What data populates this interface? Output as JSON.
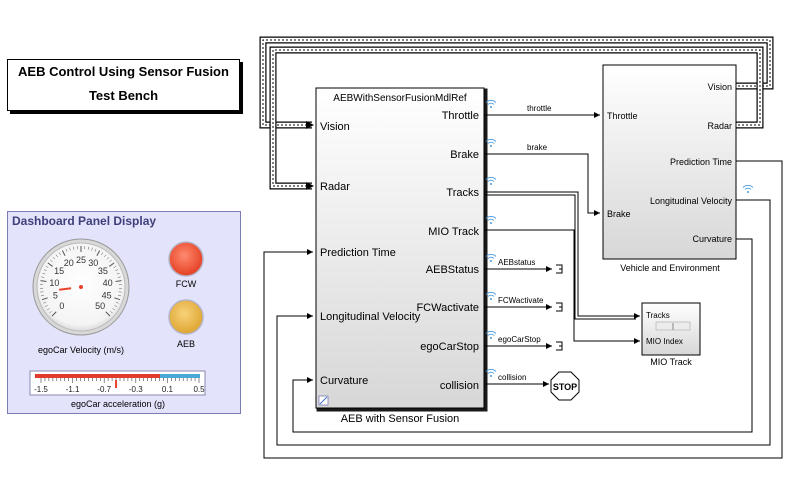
{
  "title": {
    "line1": "AEB Control Using Sensor Fusion",
    "line2": "Test Bench"
  },
  "aeb_block": {
    "header": "AEBWithSensorFusionMdlRef",
    "caption": "AEB with Sensor Fusion",
    "inputs": [
      "Vision",
      "Radar",
      "Prediction Time",
      "Longitudinal Velocity",
      "Curvature"
    ],
    "outputs": [
      "Throttle",
      "Brake",
      "Tracks",
      "MIO Track",
      "AEBStatus",
      "FCWactivate",
      "egoCarStop",
      "collision"
    ]
  },
  "vehicle_block": {
    "caption": "Vehicle and Environment",
    "inputs": [
      "Throttle",
      "Brake"
    ],
    "outputs": [
      "Vision",
      "Radar",
      "Prediction Time",
      "Longitudinal Velocity",
      "Curvature"
    ]
  },
  "mio_block": {
    "caption": "MIO Track",
    "inputs": [
      "Tracks",
      "MIO Index"
    ]
  },
  "signals": {
    "throttle": "throttle",
    "brake": "brake",
    "aebstatus": "AEBstatus",
    "fcwactivate": "FCWactivate",
    "egocarstop": "egoCarStop",
    "collision": "collision"
  },
  "stop_block": {
    "label": "STOP"
  },
  "dashboard": {
    "title": "Dashboard Panel Display",
    "gauge": {
      "label": "egoCar Velocity (m/s)",
      "ticks": [
        "0",
        "5",
        "10",
        "15",
        "20",
        "25",
        "30",
        "35",
        "40",
        "45",
        "50"
      ],
      "value": 7
    },
    "lamps": [
      {
        "label": "FCW",
        "color": "#f25538"
      },
      {
        "label": "AEB",
        "color": "#ecb640"
      }
    ],
    "accel": {
      "label": "egoCar acceleration (g)",
      "ticks": [
        "-1.5",
        "-1.1",
        "-0.7",
        "-0.3",
        "0.1",
        "0.5"
      ],
      "value": -0.55
    }
  }
}
